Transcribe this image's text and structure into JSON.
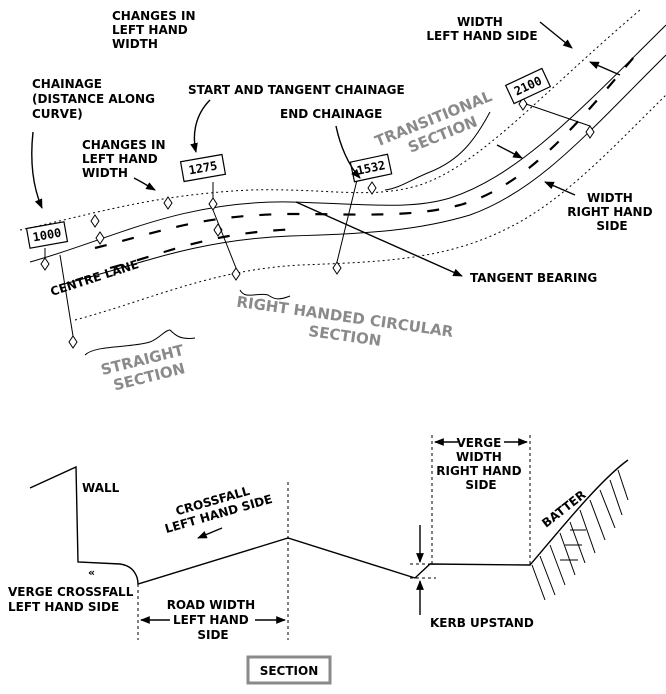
{
  "plan": {
    "label_changes_lh_width_top": [
      "CHANGES IN",
      "LEFT HAND",
      "WIDTH"
    ],
    "label_chainage": [
      "CHAINAGE",
      "(DISTANCE ALONG",
      "CURVE)"
    ],
    "label_changes_lh_width_mid": [
      "CHANGES IN",
      "LEFT HAND",
      "WIDTH"
    ],
    "label_start_tangent": "START AND TANGENT CHAINAGE",
    "label_end_chainage": "END CHAINAGE",
    "label_width_lh_side": [
      "WIDTH",
      "LEFT HAND SIDE"
    ],
    "label_width_rh_side": [
      "WIDTH",
      "RIGHT HAND",
      "SIDE"
    ],
    "label_tangent_bearing": "TANGENT BEARING",
    "label_centre_lane": "CENTRE LANE",
    "section_transitional": [
      "TRANSITIONAL",
      "SECTION"
    ],
    "section_circular": [
      "RIGHT HANDED CIRCULAR",
      "SECTION"
    ],
    "section_straight": [
      "STRAIGHT",
      "SECTION"
    ],
    "chainage_signs": [
      "1000",
      "1275",
      "1532",
      "2100"
    ]
  },
  "section": {
    "label_wall": "WALL",
    "label_crossfall_lh": [
      "CROSSFALL",
      "LEFT HAND SIDE"
    ],
    "label_verge_width_rh": [
      "VERGE",
      "WIDTH",
      "RIGHT HAND",
      "SIDE"
    ],
    "label_batter": "BATTER",
    "label_verge_crossfall_lh": [
      "VERGE CROSSFALL",
      "LEFT HAND SIDE"
    ],
    "label_road_width_lh": [
      "ROAD WIDTH",
      "LEFT HAND",
      "SIDE"
    ],
    "label_kerb_upstand": "KERB UPSTAND",
    "title_box": "SECTION"
  }
}
